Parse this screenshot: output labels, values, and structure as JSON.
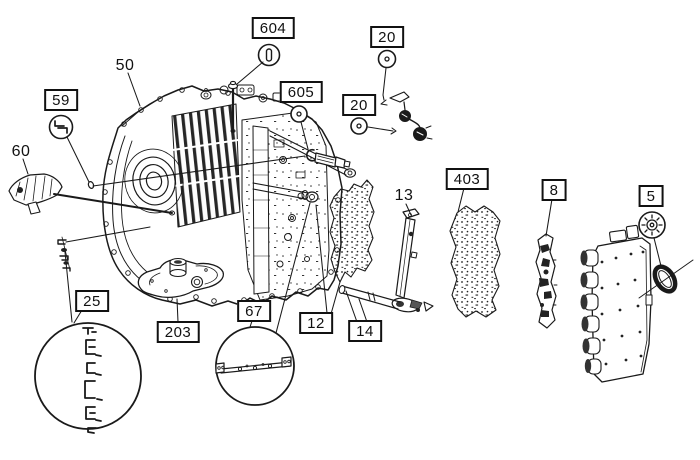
{
  "diagram": {
    "kind": "exploded-parts-diagram",
    "background_color": "#ffffff",
    "line_color": "#1a1a1a"
  },
  "callouts": {
    "c50": {
      "text": "50",
      "style": "plain"
    },
    "c59": {
      "text": "59",
      "style": "boxed"
    },
    "c60": {
      "text": "60",
      "style": "plain"
    },
    "c604": {
      "text": "604",
      "style": "boxed"
    },
    "c605": {
      "text": "605",
      "style": "boxed"
    },
    "c20a": {
      "text": "20",
      "style": "boxed"
    },
    "c20b": {
      "text": "20",
      "style": "boxed"
    },
    "c403": {
      "text": "403",
      "style": "boxed"
    },
    "c8": {
      "text": "8",
      "style": "boxed"
    },
    "c5": {
      "text": "5",
      "style": "boxed"
    },
    "c13": {
      "text": "13",
      "style": "plain"
    },
    "c25": {
      "text": "25",
      "style": "boxed"
    },
    "c203": {
      "text": "203",
      "style": "boxed"
    },
    "c67": {
      "text": "67",
      "style": "boxed"
    },
    "c12": {
      "text": "12",
      "style": "boxed"
    },
    "c14": {
      "text": "14",
      "style": "boxed"
    }
  },
  "icons": {
    "i604": "bolt-end-icon",
    "i605": "washer-end-icon",
    "i20a": "washer-end-icon",
    "i20b": "washer-end-icon",
    "i59": "retaining-clip-icon",
    "i5": "gear-seal-icon"
  }
}
